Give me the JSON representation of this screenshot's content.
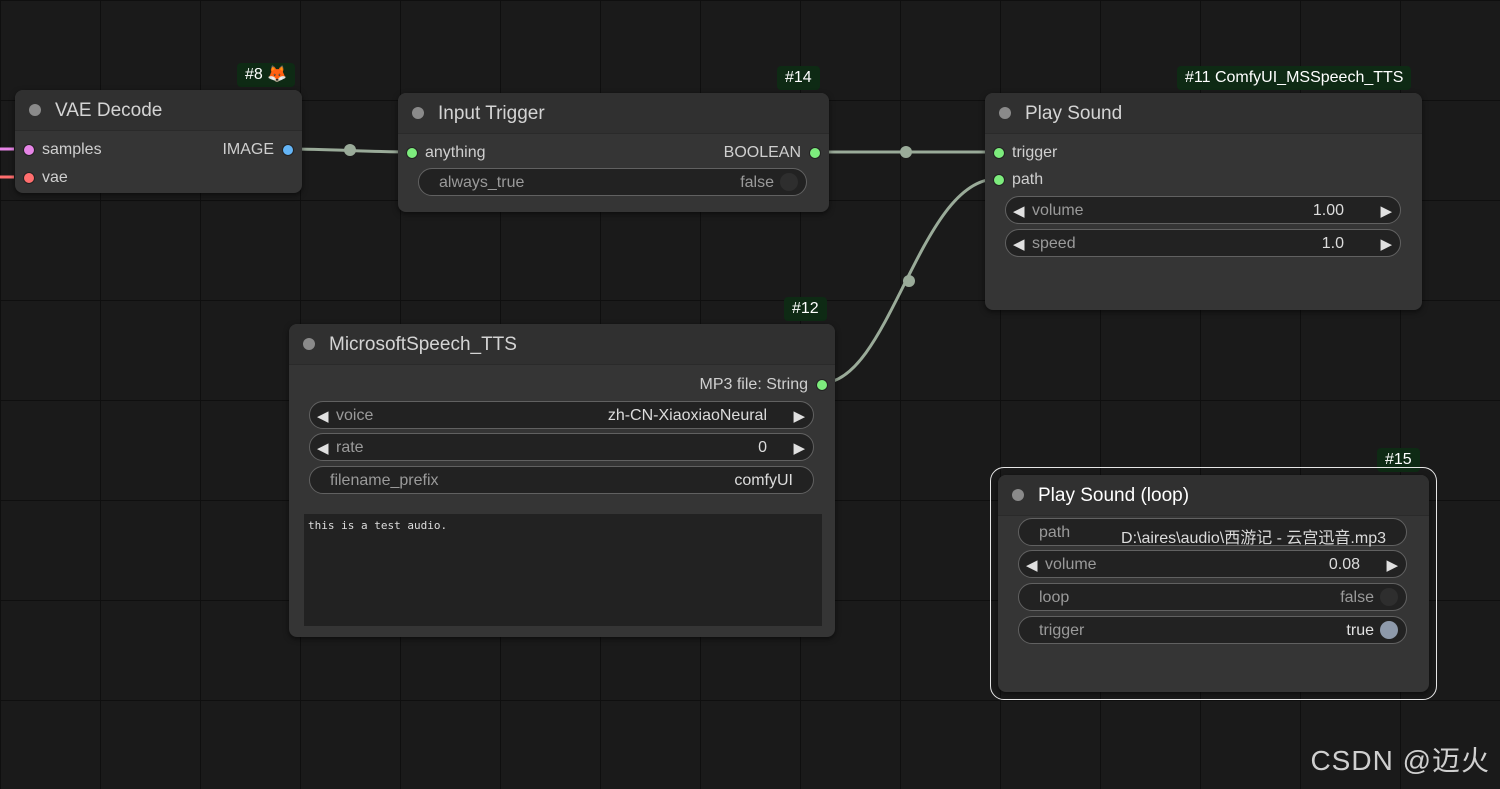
{
  "colors": {
    "canvas_bg": "#1a1a1a",
    "node_bg": "#353535",
    "badge_bg": "#0e2a14",
    "link_color": "#9aab99",
    "slot_green": "#7dec7d",
    "slot_pink": "#e785e7",
    "slot_red": "#ff6e6e",
    "slot_blue": "#64b5f6"
  },
  "nodes": {
    "vae_decode": {
      "badge": "#8 🦊",
      "title": "VAE Decode",
      "inputs": [
        "samples",
        "vae"
      ],
      "output": "IMAGE"
    },
    "input_trigger": {
      "badge": "#14",
      "title": "Input Trigger",
      "input": "anything",
      "output": "BOOLEAN",
      "widget": {
        "label": "always_true",
        "value": "false"
      }
    },
    "play_sound": {
      "badge": "#11 ComfyUI_MSSpeech_TTS",
      "title": "Play Sound",
      "inputs": [
        "trigger",
        "path"
      ],
      "widgets": [
        {
          "label": "volume",
          "value": "1.00"
        },
        {
          "label": "speed",
          "value": "1.0"
        }
      ]
    },
    "ms_tts": {
      "badge": "#12",
      "title": "MicrosoftSpeech_TTS",
      "output": "MP3 file: String",
      "widgets": [
        {
          "label": "voice",
          "value": "zh-CN-XiaoxiaoNeural"
        },
        {
          "label": "rate",
          "value": "0"
        },
        {
          "label": "filename_prefix",
          "value": "comfyUI"
        }
      ],
      "text": "this is a test audio."
    },
    "play_sound_loop": {
      "badge": "#15",
      "title": "Play Sound (loop)",
      "widgets": [
        {
          "label": "path",
          "value": "D:\\aires\\audio\\西游记 - 云宫迅音.mp3"
        },
        {
          "label": "volume",
          "value": "0.08"
        },
        {
          "label": "loop",
          "value": "false"
        },
        {
          "label": "trigger",
          "value": "true"
        }
      ]
    }
  },
  "watermark": "CSDN @迈火"
}
